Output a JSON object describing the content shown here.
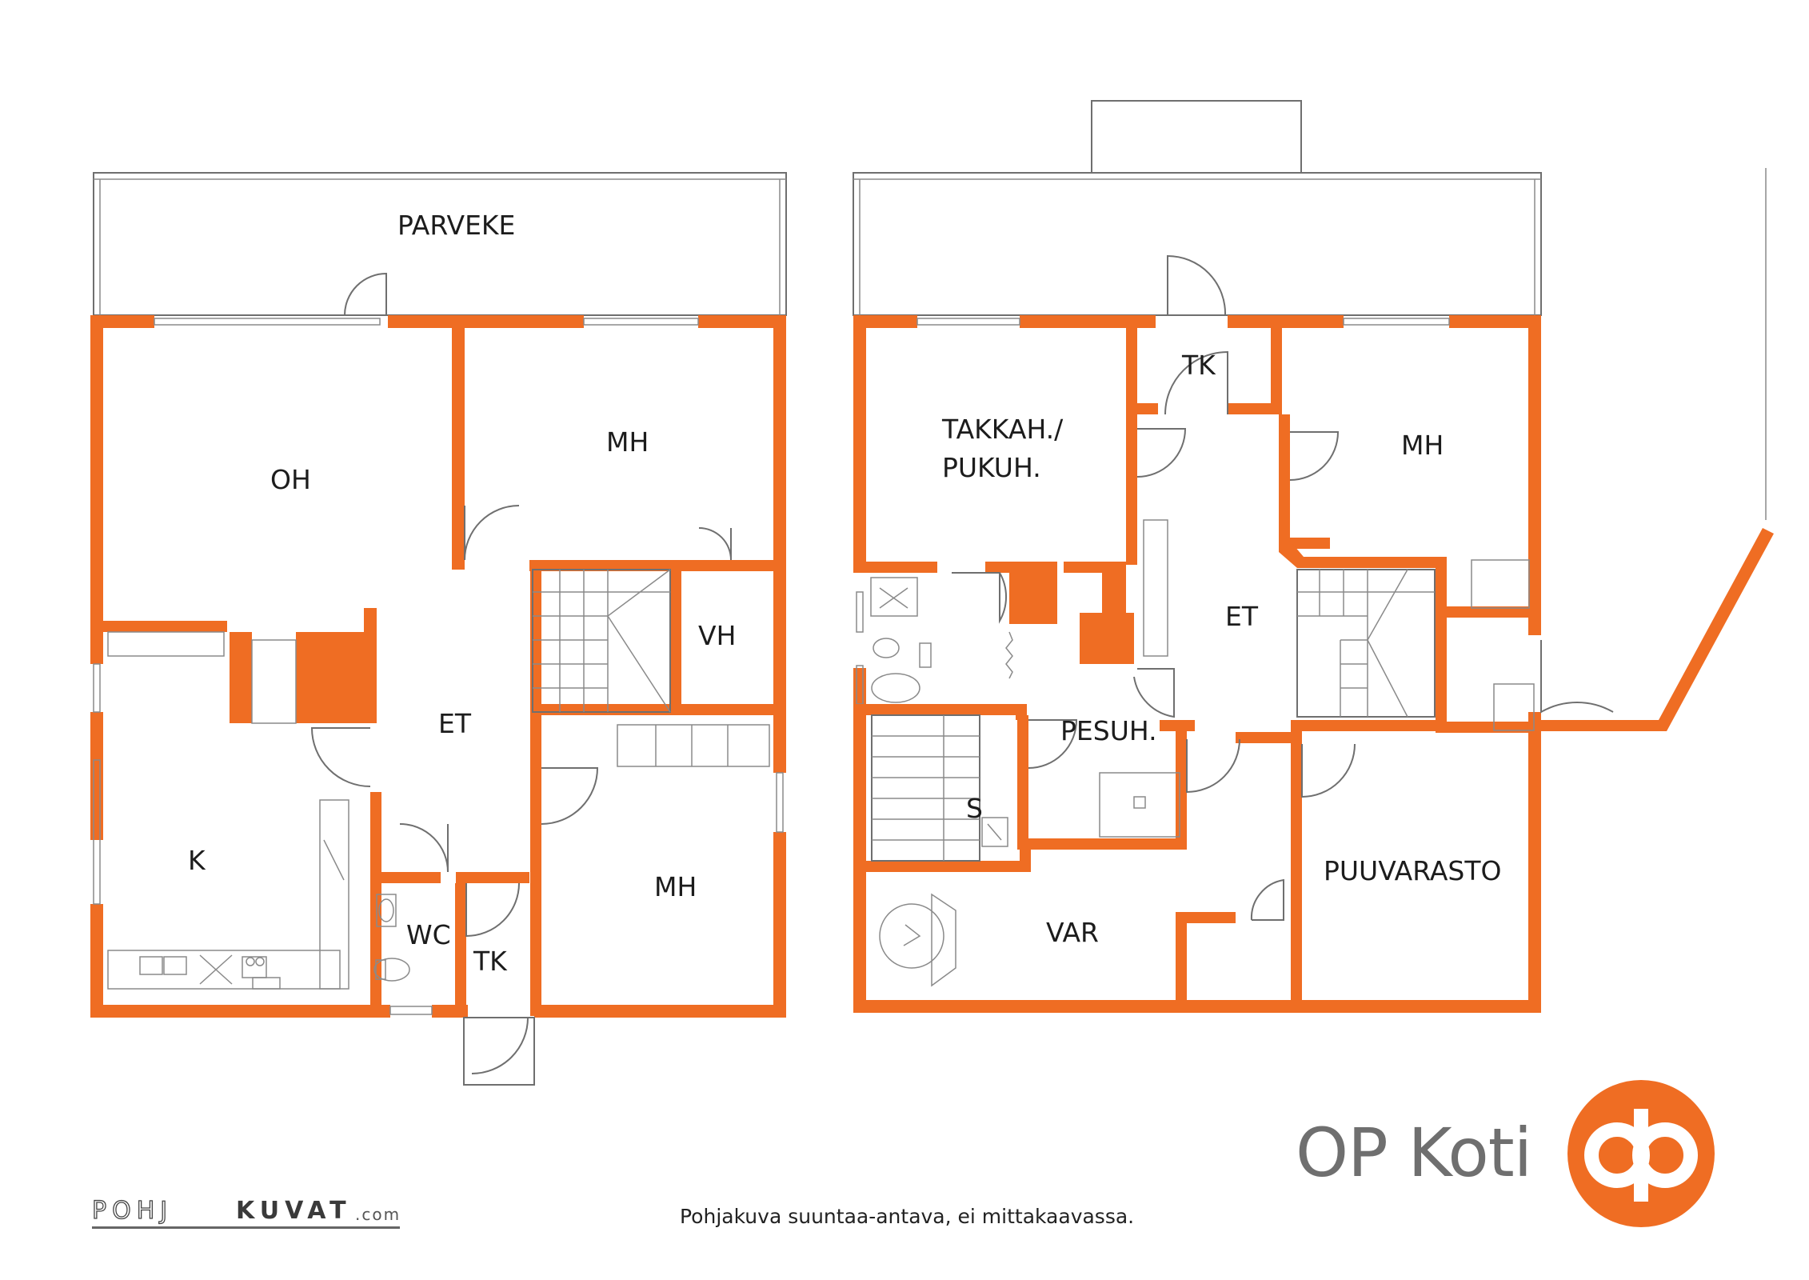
{
  "floor_plan": {
    "ground_floor_rooms": {
      "parveke": "PARVEKE",
      "oh": "OH",
      "mh_top": "MH",
      "vh": "VH",
      "et": "ET",
      "k": "K",
      "wc": "WC",
      "tk": "TK",
      "mh_bottom": "MH"
    },
    "upper_floor_rooms": {
      "tk": "TK",
      "takkah_line1": "TAKKAH./",
      "takkah_line2": "PUKUH.",
      "mh": "MH",
      "et": "ET",
      "pesuh": "PESUH.",
      "s": "S",
      "var": "VAR",
      "puuvarasto": "PUUVARASTO"
    }
  },
  "footer": {
    "note": "Pohjakuva suuntaa-antava, ei mittakaavassa.",
    "brand": "OP Koti",
    "credit_left": "POHJ",
    "credit_right": "KUVAT",
    "credit_domain": ".com"
  },
  "colors": {
    "wall": "#ef6d23",
    "line": "#6f6f6f",
    "text": "#1c1c1c"
  },
  "icons": {
    "logo": "op-logo-icon"
  }
}
